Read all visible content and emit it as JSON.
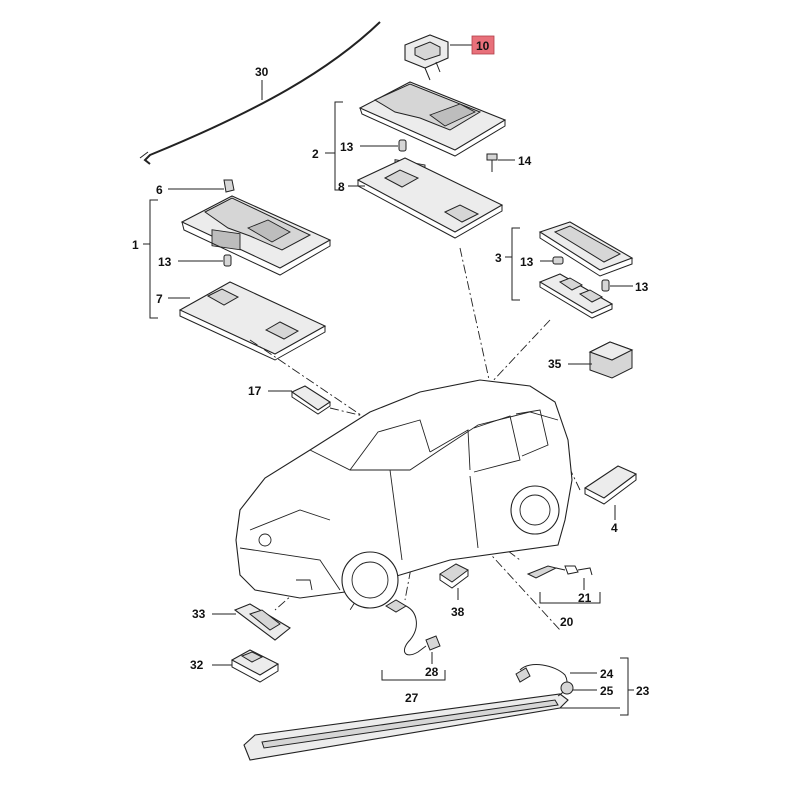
{
  "labels": {
    "l30": "30",
    "l10": "10",
    "l2": "2",
    "l13a": "13",
    "l14": "14",
    "l8": "8",
    "l6": "6",
    "l1": "1",
    "l13b": "13",
    "l7": "7",
    "l3": "3",
    "l13c": "13",
    "l13d": "13",
    "l35": "35",
    "l17": "17",
    "l4": "4",
    "l21": "21",
    "l20": "20",
    "l38": "38",
    "l33": "33",
    "l28": "28",
    "l32": "32",
    "l27": "27",
    "l24": "24",
    "l25": "25",
    "l23": "23"
  },
  "highlight_color": "#e8707a"
}
